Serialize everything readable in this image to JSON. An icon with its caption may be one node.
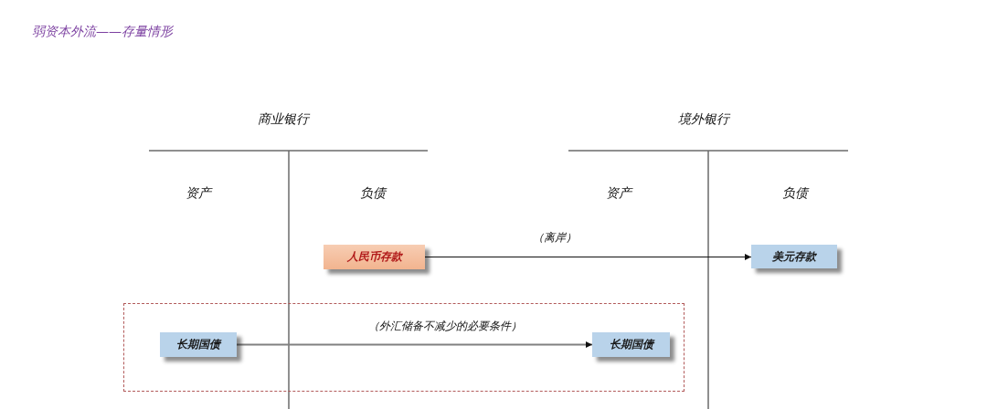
{
  "diagram": {
    "title": "弱资本外流——存量情形",
    "nodes": [
      {
        "text": [
          "人民币存款"
        ]
      },
      {
        "text": [
          "美元存款"
        ]
      },
      {
        "text": [],
        "shape": "box"
      },
      {
        "text": [
          "长期国债"
        ],
        "in": 2
      },
      {
        "text": [
          "长期国债"
        ],
        "in": 2
      }
    ],
    "edges": [
      {
        "from": 0,
        "to": 1,
        "arrow": "to",
        "label": "（离岸）"
      },
      {
        "from": 3,
        "to": 4,
        "arrow": "to",
        "label": "（外汇储备不减少的必要条件）",
        "color": "#808080"
      }
    ],
    "labels": [
      "商业银行",
      "境外银行",
      "资产",
      "负债",
      "资产",
      "负债"
    ]
  }
}
